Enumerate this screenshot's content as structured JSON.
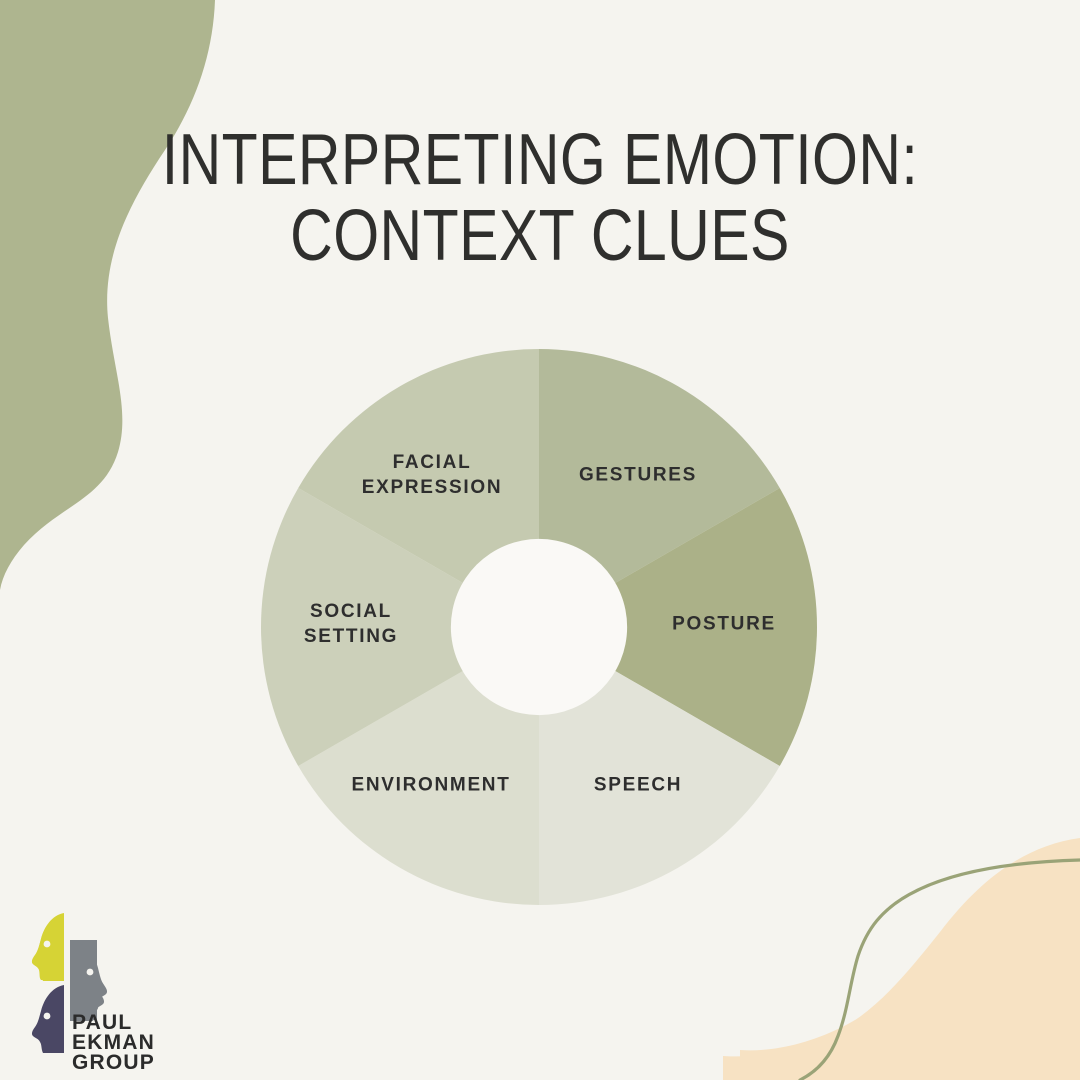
{
  "page": {
    "background_color": "#f5f4ef",
    "accent_sage": "#aeb58f",
    "accent_peach": "#f7e2c3",
    "text_color": "#2f2f2d"
  },
  "title": {
    "line1": "INTERPRETING EMOTION:",
    "line2": "CONTEXT CLUES"
  },
  "chart_data": {
    "type": "pie",
    "title": "INTERPRETING EMOTION: CONTEXT CLUES",
    "subtitle": "",
    "xlabel": "",
    "ylabel": "",
    "legend_position": "inside-segments",
    "hole_ratio": 0.317,
    "start_angle_deg": 0,
    "direction": "clockwise",
    "categories": [
      "GESTURES",
      "POSTURE",
      "SPEECH",
      "ENVIRONMENT",
      "SOCIAL SETTING",
      "FACIAL EXPRESSION"
    ],
    "values": [
      1,
      1,
      1,
      1,
      1,
      1
    ],
    "percentages": [
      16.67,
      16.67,
      16.67,
      16.67,
      16.67,
      16.67
    ],
    "slice_angles_deg": [
      60,
      60,
      60,
      60,
      60,
      60
    ],
    "colors": [
      "#b3ba9a",
      "#abb188",
      "#e2e3d8",
      "#dcdecf",
      "#ccd0ba",
      "#c5cab0"
    ],
    "hole_color": "#faf9f6"
  },
  "segments": [
    {
      "label": "GESTURES",
      "label_line1": "GESTURES",
      "label_line2": "",
      "color": "#b3ba9a"
    },
    {
      "label": "POSTURE",
      "label_line1": "POSTURE",
      "label_line2": "",
      "color": "#abb188"
    },
    {
      "label": "SPEECH",
      "label_line1": "SPEECH",
      "label_line2": "",
      "color": "#e2e3d8"
    },
    {
      "label": "ENVIRONMENT",
      "label_line1": "ENVIRONMENT",
      "label_line2": "",
      "color": "#dcdecf"
    },
    {
      "label": "SOCIAL SETTING",
      "label_line1": "SOCIAL",
      "label_line2": "SETTING",
      "color": "#ccd0ba"
    },
    {
      "label": "FACIAL EXPRESSION",
      "label_line1": "FACIAL",
      "label_line2": "EXPRESSION",
      "color": "#c5cab0"
    }
  ],
  "logo": {
    "name": "Paul Ekman Group",
    "line1": "PAUL",
    "line2": "EKMAN",
    "line3": "GROUP",
    "face_yellow": "#d6d335",
    "face_gray": "#7d8287",
    "face_purple": "#4a4764",
    "text_color": "#2b2b2b"
  }
}
